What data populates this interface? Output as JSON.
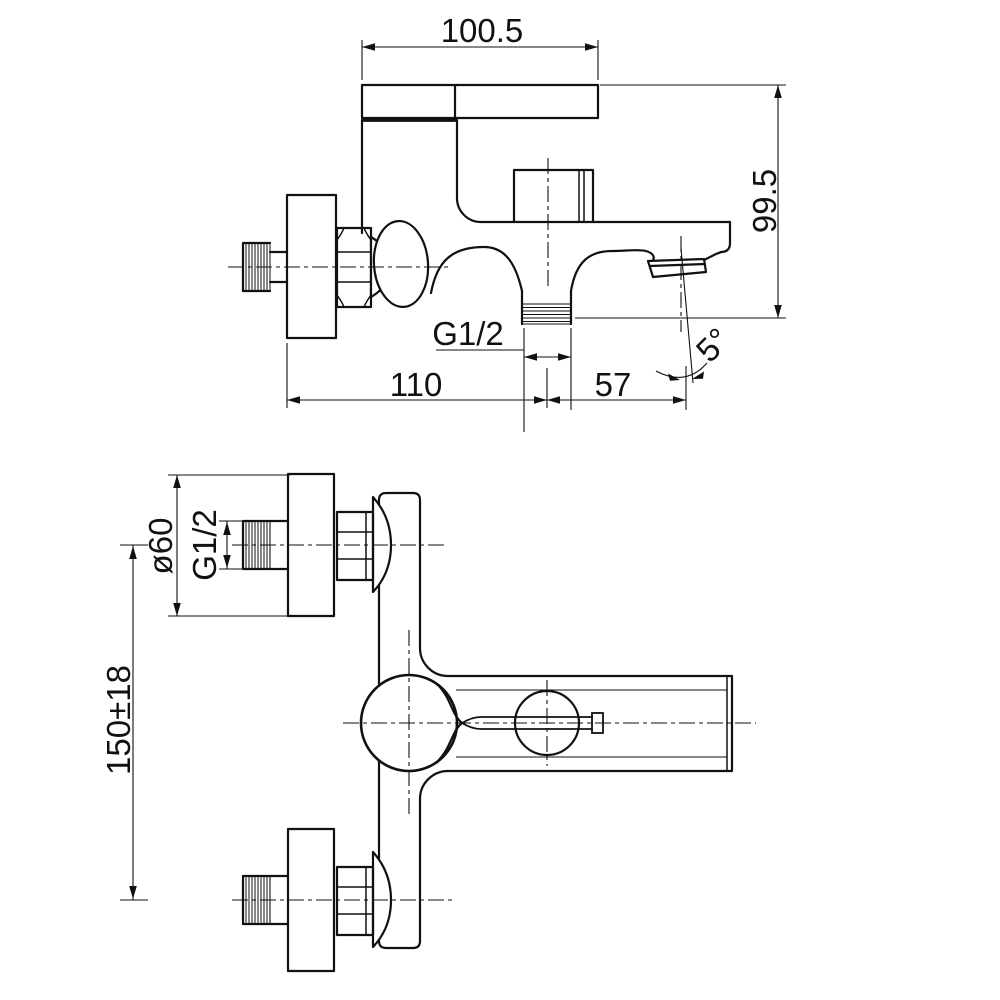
{
  "colors": {
    "background": "#ffffff",
    "line": "#111111"
  },
  "labels": {
    "top_view": {
      "overall_width": "100.5",
      "overall_height": "99.5",
      "outlet_thread": "G1/2",
      "wall_to_shower_outlet": "110",
      "outlet_to_spout": "57",
      "spout_angle": "5°"
    },
    "front_view": {
      "escutcheon_diameter": "ø60",
      "inlet_thread": "G1/2",
      "inlet_centers": "150±18"
    }
  }
}
